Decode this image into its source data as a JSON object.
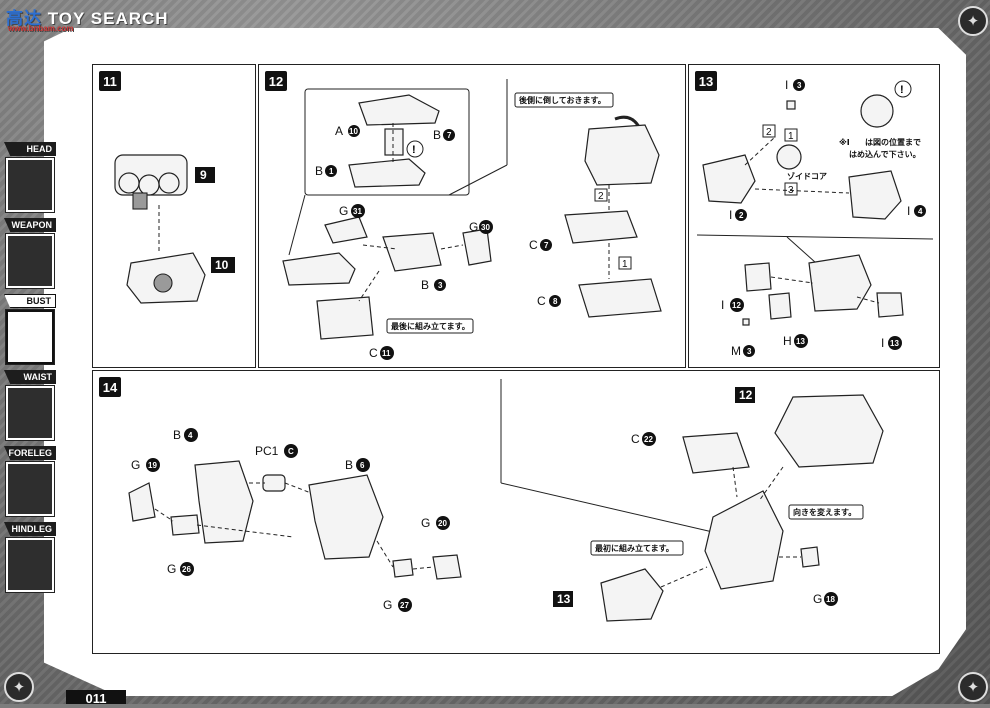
{
  "watermark": {
    "brand_cn": "高达",
    "brand_en": "TOY SEARCH",
    "url": "www.bnbam.com"
  },
  "page_number": "011",
  "sidebar": [
    {
      "label": "HEAD",
      "active": false
    },
    {
      "label": "WEAPON",
      "active": false
    },
    {
      "label": "BUST",
      "active": true
    },
    {
      "label": "WAIST",
      "active": false
    },
    {
      "label": "FORELEG",
      "active": false
    },
    {
      "label": "HINDLEG",
      "active": false
    }
  ],
  "steps": {
    "s11": {
      "num": "11",
      "parts": [
        "9",
        "10"
      ]
    },
    "s12": {
      "num": "12",
      "labels": [
        "A",
        "B",
        "B",
        "G",
        "G",
        "B",
        "C",
        "C",
        "C"
      ],
      "badges": [
        "10",
        "7",
        "1",
        "31",
        "30",
        "3",
        "11",
        "7",
        "8"
      ],
      "notes": [
        "最後に組み立てます。",
        "後側に倒しておきます。"
      ],
      "seq": [
        "1",
        "2"
      ]
    },
    "s13": {
      "num": "13",
      "labels": [
        "I",
        "I",
        "I",
        "I",
        "H",
        "I",
        "M"
      ],
      "badges": [
        "3",
        "2",
        "4",
        "12",
        "13",
        "13",
        "3"
      ],
      "notes": [
        "※I",
        "は図の位置まで",
        "はめ込んで下さい。",
        "ゾイドコア"
      ],
      "seq": [
        "1",
        "2",
        "3"
      ]
    },
    "s14": {
      "num": "14",
      "labels": [
        "B",
        "PC1",
        "B",
        "G",
        "G",
        "G",
        "G",
        "C",
        "G"
      ],
      "badges": [
        "4",
        "C",
        "6",
        "19",
        "26",
        "20",
        "27",
        "22",
        "18"
      ],
      "refs": [
        "12",
        "13"
      ],
      "notes": [
        "向きを変えます。",
        "最初に組み立てます。"
      ]
    }
  }
}
